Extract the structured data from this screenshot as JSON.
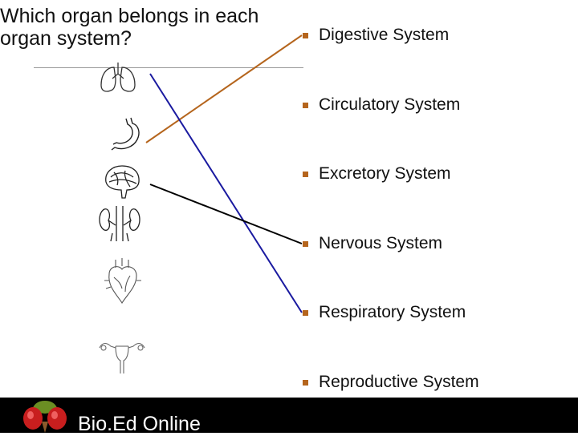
{
  "title": "Which organ belongs in each organ system?",
  "systems": [
    {
      "label": "Digestive System"
    },
    {
      "label": "Circulatory System"
    },
    {
      "label": "Excretory System"
    },
    {
      "label": "Nervous System"
    },
    {
      "label": "Respiratory System"
    },
    {
      "label": "Reproductive System"
    }
  ],
  "organs": [
    {
      "icon": "lungs-icon"
    },
    {
      "icon": "stomach-icon"
    },
    {
      "icon": "brain-icon"
    },
    {
      "icon": "kidneys-icon"
    },
    {
      "icon": "heart-icon"
    },
    {
      "icon": "uterus-icon"
    }
  ],
  "connections": [
    {
      "from": "stomach",
      "to": "Digestive System",
      "color": "#b5651d"
    },
    {
      "from": "lungs",
      "to": "Respiratory System",
      "color": "#1a1aa0"
    },
    {
      "from": "brain",
      "to": "Nervous System",
      "color": "#000000"
    }
  ],
  "colors": {
    "bullet": "#b5651d",
    "footer": "#000000",
    "brand": "#ffffff"
  },
  "footer": {
    "brand": "Bio.Ed Online",
    "logo_icon": "fly-head-logo"
  }
}
